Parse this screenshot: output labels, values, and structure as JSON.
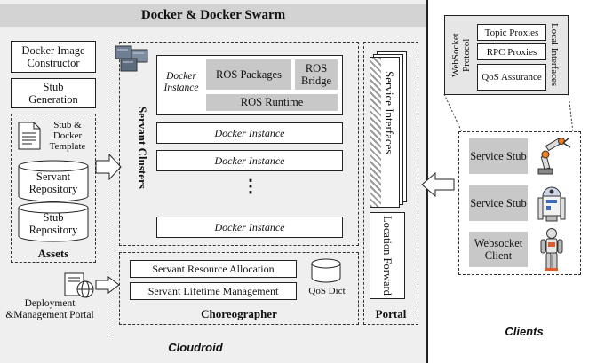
{
  "header": {
    "title": "Docker & Docker Swarm"
  },
  "left": {
    "image_constructor": "Docker Image Constructor",
    "stub_generation": "Stub Generation",
    "template": "Stub & Docker Template",
    "servant_repo": "Servant Repository",
    "stub_repo": "Stub Repository",
    "assets_label": "Assets",
    "deploy_portal": "Deployment &Management Portal"
  },
  "clusters": {
    "label": "Servant Clusters",
    "docker_instance_label": "Docker Instance",
    "ros_packages": "ROS Packages",
    "ros_bridge": "ROS Bridge",
    "ros_runtime": "ROS Runtime",
    "instances": [
      "Docker Instance",
      "Docker Instance",
      "Docker Instance"
    ],
    "ellipsis": "⋮"
  },
  "choreographer": {
    "resource_allocation": "Servant Resource Allocation",
    "lifetime_management": "Servant Lifetime Management",
    "qos_dict": "QoS Dict",
    "label": "Choreographer"
  },
  "portal": {
    "service_interfaces": "Service Interfaces",
    "location_forward": "Location Forward",
    "label": "Portal"
  },
  "cloud_label": "Cloudroid",
  "clients": {
    "label": "Clients",
    "websocket_protocol": "WebSocket Protocol",
    "local_interfaces": "Local Interfaces",
    "topic_proxies": "Topic Proxies",
    "rpc_proxies": "RPC Proxies",
    "qos_assurance": "QoS Assurance",
    "items": [
      {
        "label": "Service Stub",
        "icon": "robot-arm-icon"
      },
      {
        "label": "Service Stub",
        "icon": "r2d2-robot-icon"
      },
      {
        "label": "Websocket Client",
        "icon": "humanoid-robot-icon"
      }
    ]
  },
  "colors": {
    "panel_bg": "#efefef",
    "header_bg": "#d3d3d3",
    "gray_box": "#c8c8c8"
  }
}
